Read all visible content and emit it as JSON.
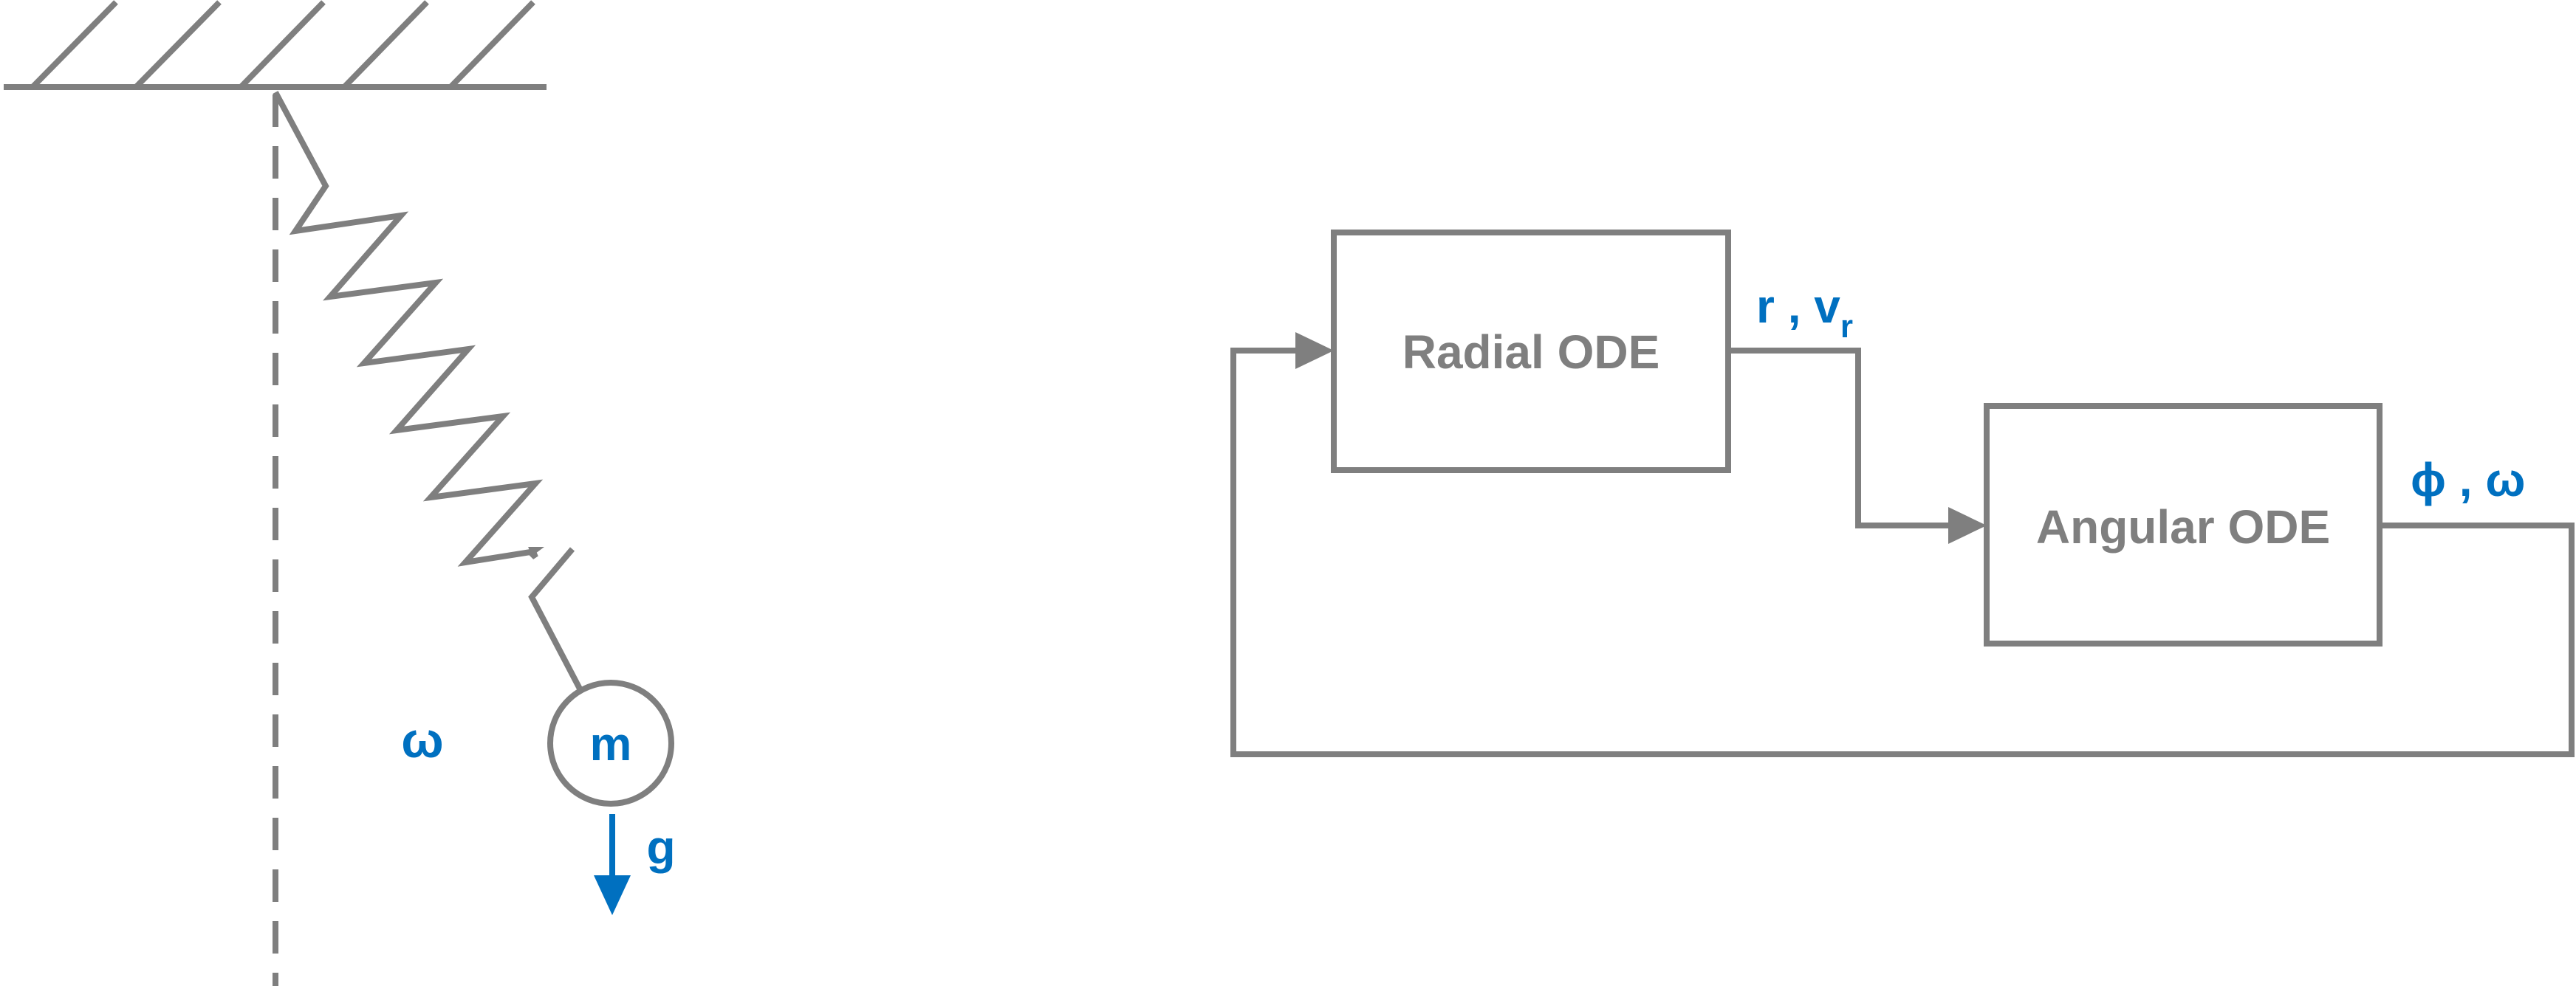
{
  "pendulum": {
    "mass_label": "m",
    "angular_velocity_label": "ω",
    "gravity_label": "g"
  },
  "block_diagram": {
    "radial_block_label": "Radial ODE",
    "angular_block_label": "Angular ODE",
    "radial_output": {
      "text": "r , v",
      "subscript": "r"
    },
    "angular_output": "ϕ , ω"
  },
  "colors": {
    "line_gray": "#7f7f7f",
    "symbol_blue": "#0070c0",
    "background": "#ffffff"
  }
}
